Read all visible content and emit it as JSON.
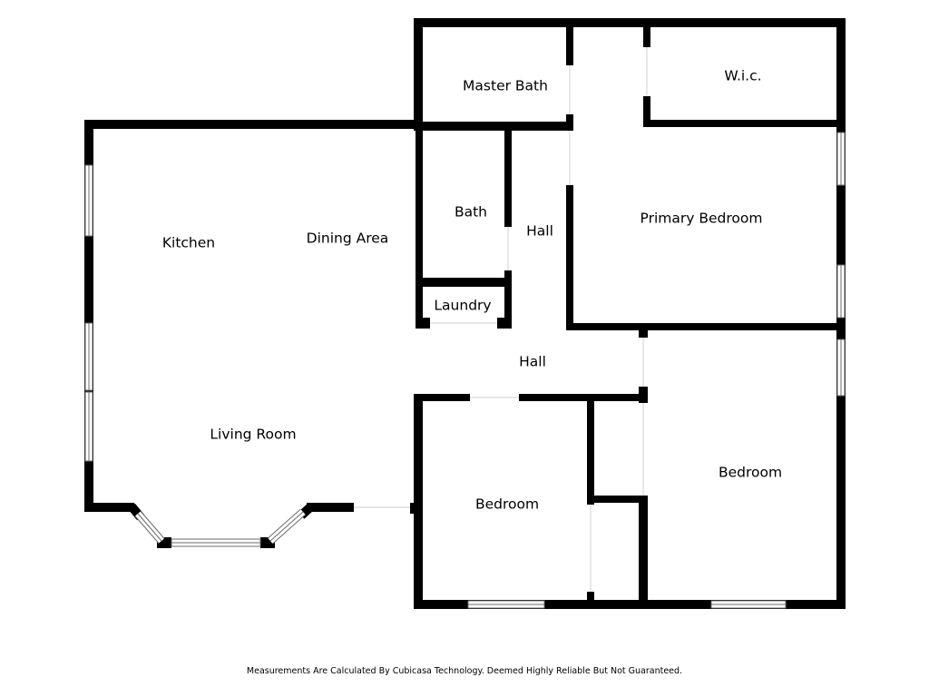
{
  "rooms": {
    "master_bath": "Master Bath",
    "wic": "W.i.c.",
    "bath": "Bath",
    "hall_upper": "Hall",
    "primary_bedroom": "Primary Bedroom",
    "kitchen": "Kitchen",
    "dining_area": "Dining Area",
    "laundry": "Laundry",
    "hall_lower": "Hall",
    "living_room": "Living Room",
    "bedroom_left": "Bedroom",
    "bedroom_right": "Bedroom"
  },
  "footer": {
    "disclaimer": "Measurements Are Calculated By Cubicasa Technology. Deemed Highly Reliable But Not Guaranteed."
  },
  "colors": {
    "wall": "#000000",
    "window": "#6b6b6b",
    "background": "#ffffff"
  }
}
